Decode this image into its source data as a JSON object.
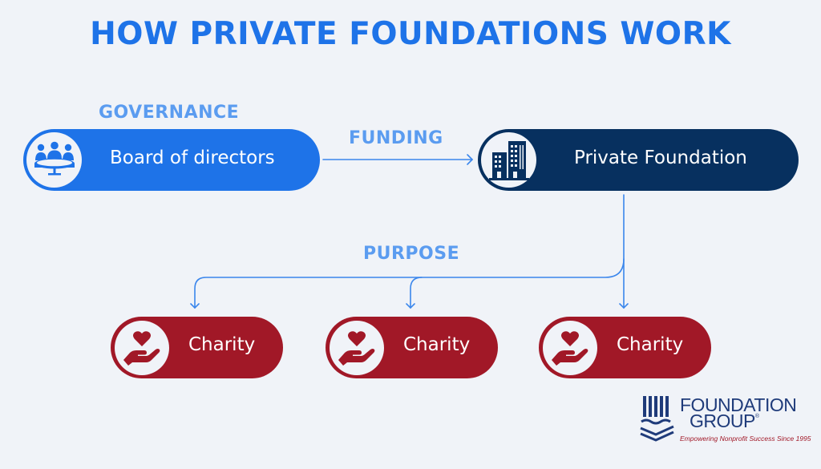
{
  "title": "HOW PRIVATE FOUNDATIONS WORK",
  "labels": {
    "governance": "GOVERNANCE",
    "funding": "FUNDING",
    "purpose": "PURPOSE"
  },
  "nodes": {
    "board": {
      "label": "Board of directors",
      "icon": "board-meeting-icon",
      "color": "#1e73e8"
    },
    "foundation": {
      "label": "Private Foundation",
      "icon": "office-building-icon",
      "color": "#07305f"
    },
    "charities": [
      {
        "label": "Charity",
        "icon": "hand-heart-icon",
        "color": "#a11827"
      },
      {
        "label": "Charity",
        "icon": "hand-heart-icon",
        "color": "#a11827"
      },
      {
        "label": "Charity",
        "icon": "hand-heart-icon",
        "color": "#a11827"
      }
    ]
  },
  "edges": [
    {
      "from": "board",
      "to": "foundation",
      "label": "FUNDING"
    },
    {
      "from": "foundation",
      "to": "charity-1",
      "label": "PURPOSE"
    },
    {
      "from": "foundation",
      "to": "charity-2",
      "label": "PURPOSE"
    },
    {
      "from": "foundation",
      "to": "charity-3",
      "label": "PURPOSE"
    }
  ],
  "logo": {
    "line1": "FOUNDATION",
    "line2": "GROUP",
    "registered": "®",
    "tagline": "Empowering Nonprofit Success Since 1995"
  },
  "colors": {
    "background": "#f0f3f8",
    "title": "#1e73e8",
    "label": "#5b9cf0",
    "connector": "#3a86ec"
  }
}
